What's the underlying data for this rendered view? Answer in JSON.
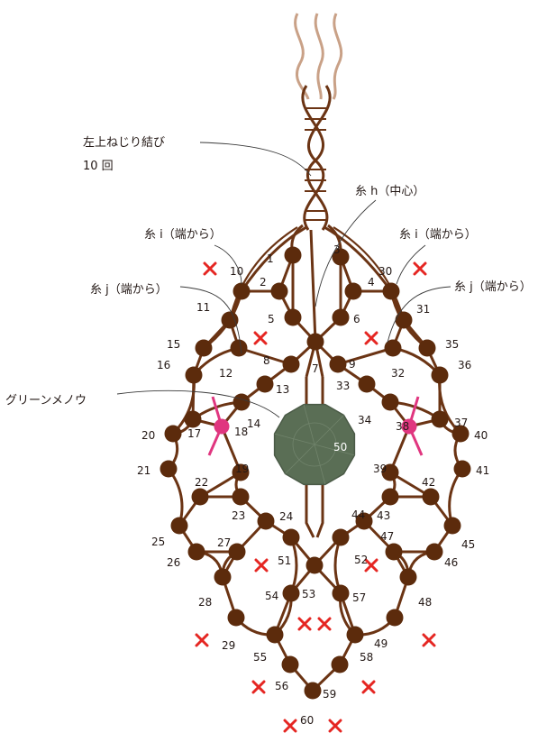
{
  "labels": {
    "twist_line1": "左上ねじり結び",
    "twist_line2": "10 回",
    "thread_h": "糸 h（中心）",
    "thread_i_left": "糸 i（端から）",
    "thread_i_right": "糸 i（端から）",
    "thread_j_left": "糸 j（端から）",
    "thread_j_right": "糸 j（端から）",
    "stone": "グリーンメノウ"
  },
  "gem_number": "50",
  "colors": {
    "bead": "#5c2b0c",
    "cord": "#6b3414",
    "twist_cord": "#c9a187",
    "pink": "#e0367f",
    "gem": "#5a6e55",
    "cross": "#e52622"
  },
  "beads": [
    {
      "n": "1"
    },
    {
      "n": "2"
    },
    {
      "n": "3"
    },
    {
      "n": "4"
    },
    {
      "n": "5"
    },
    {
      "n": "6"
    },
    {
      "n": "7"
    },
    {
      "n": "8"
    },
    {
      "n": "9"
    },
    {
      "n": "10"
    },
    {
      "n": "11"
    },
    {
      "n": "12"
    },
    {
      "n": "13"
    },
    {
      "n": "14"
    },
    {
      "n": "15"
    },
    {
      "n": "16"
    },
    {
      "n": "17"
    },
    {
      "n": "18"
    },
    {
      "n": "19"
    },
    {
      "n": "20"
    },
    {
      "n": "21"
    },
    {
      "n": "22"
    },
    {
      "n": "23"
    },
    {
      "n": "24"
    },
    {
      "n": "25"
    },
    {
      "n": "26"
    },
    {
      "n": "27"
    },
    {
      "n": "28"
    },
    {
      "n": "29"
    },
    {
      "n": "30"
    },
    {
      "n": "31"
    },
    {
      "n": "32"
    },
    {
      "n": "33"
    },
    {
      "n": "34"
    },
    {
      "n": "35"
    },
    {
      "n": "36"
    },
    {
      "n": "37"
    },
    {
      "n": "38"
    },
    {
      "n": "39"
    },
    {
      "n": "40"
    },
    {
      "n": "41"
    },
    {
      "n": "42"
    },
    {
      "n": "43"
    },
    {
      "n": "44"
    },
    {
      "n": "45"
    },
    {
      "n": "46"
    },
    {
      "n": "47"
    },
    {
      "n": "48"
    },
    {
      "n": "49"
    },
    {
      "n": "51"
    },
    {
      "n": "52"
    },
    {
      "n": "53"
    },
    {
      "n": "54"
    },
    {
      "n": "55"
    },
    {
      "n": "56"
    },
    {
      "n": "57"
    },
    {
      "n": "58"
    },
    {
      "n": "59"
    },
    {
      "n": "60"
    }
  ]
}
